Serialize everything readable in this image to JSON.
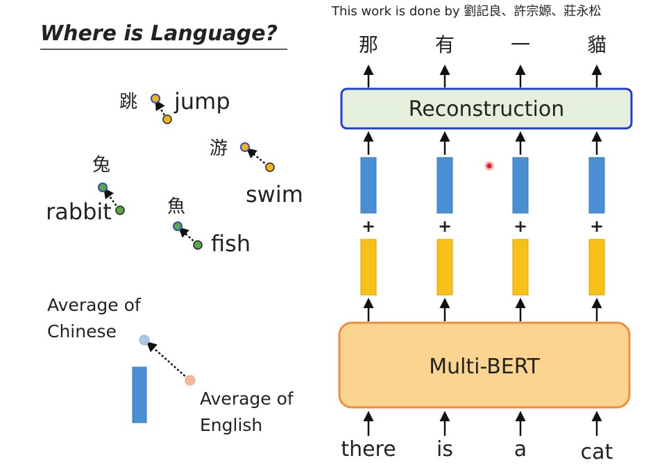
{
  "credit": "This work is done by 劉記良、許宗嫄、莊永松",
  "title": "Where is Language?",
  "word_pairs": [
    {
      "zh": "跳",
      "en": "jump"
    },
    {
      "zh": "游",
      "en": "swim"
    },
    {
      "zh": "兔",
      "en": "rabbit"
    },
    {
      "zh": "魚",
      "en": "fish"
    }
  ],
  "averages": {
    "chinese_line1": "Average of",
    "chinese_line2": "Chinese",
    "english_line1": "Average of",
    "english_line2": "English"
  },
  "outputs": [
    "那",
    "有",
    "一",
    "貓"
  ],
  "reconstruction_label": "Reconstruction",
  "plus_signs": [
    "+",
    "+",
    "+",
    "+"
  ],
  "bert_label": "Multi-BERT",
  "inputs": [
    "there",
    "is",
    "a",
    "cat"
  ],
  "colors": {
    "chinese_point": "#4a86c8",
    "english_point": "#f2b418",
    "rabbit_fish_english": "#5aa84a",
    "avg_chinese": "#a8c8e8",
    "avg_english": "#f5b89a",
    "blue_bar": "#4a8fd4",
    "yellow_bar": "#f7c11a",
    "reconstruction_fill": "#e4f0dc",
    "reconstruction_border": "#1f3fd0",
    "bert_fill": "#fbd58f",
    "bert_border": "#f08c3a",
    "laser_dot": "#e02020"
  }
}
